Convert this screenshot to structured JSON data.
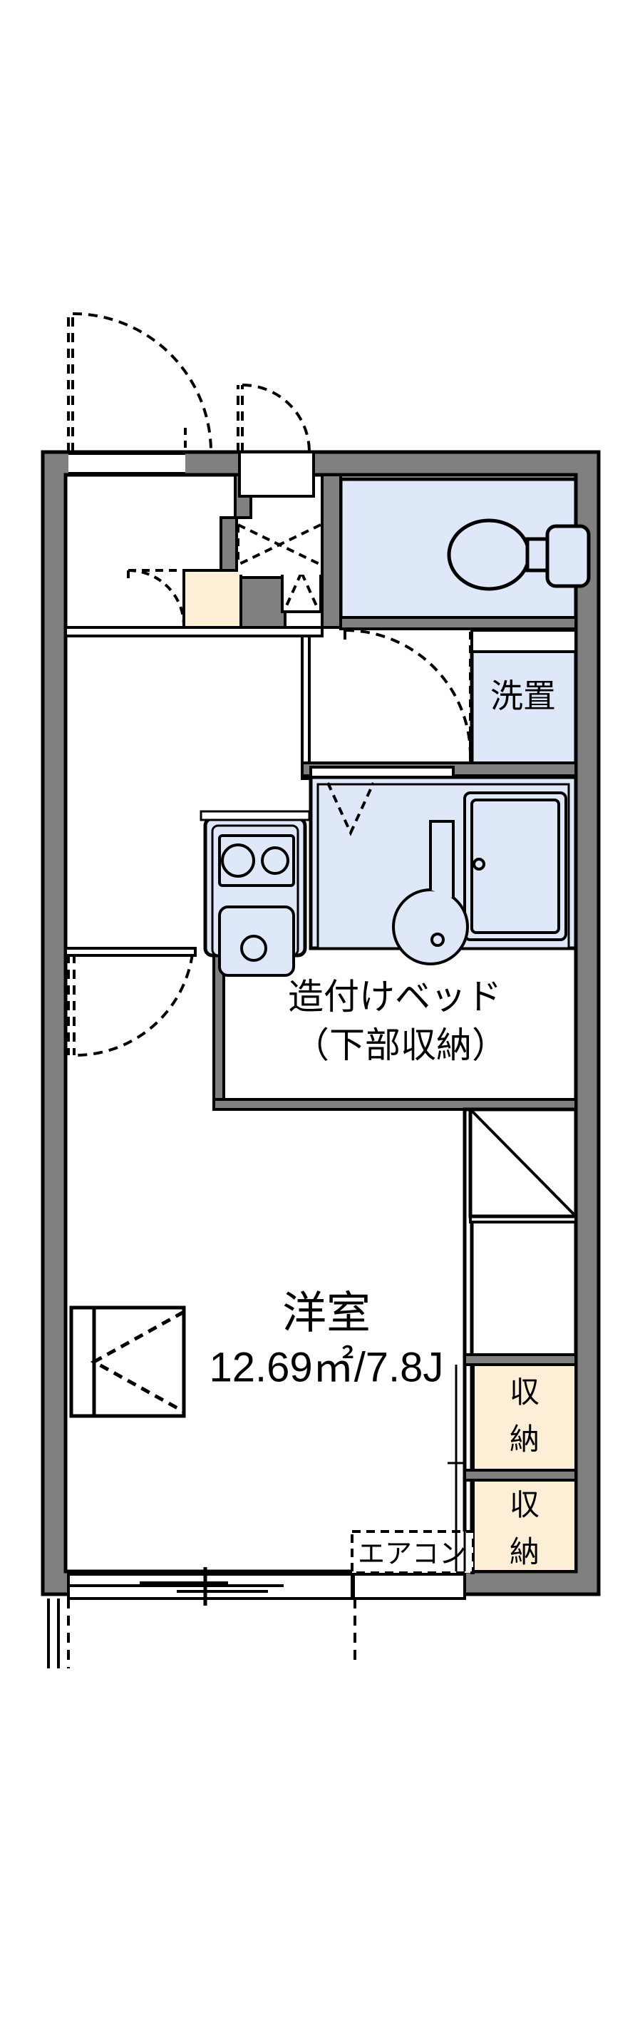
{
  "document": {
    "kind": "floor-plan",
    "plan_type": "1K apartment floor plan (madori-zu)",
    "orientation": "portrait"
  },
  "colors": {
    "wall_fill": "#808080",
    "wall_stroke": "#000000",
    "water_room_fill": "#dfe8f8",
    "storage_fill": "#fdeed6",
    "background": "#ffffff",
    "line": "#000000"
  },
  "rooms": [
    {
      "id": "main-room",
      "name_label": "洋室",
      "area_label": "12.69㎡/7.8J",
      "area_sqm": 12.69,
      "area_jo": 7.8
    },
    {
      "id": "built-in-bed",
      "name_label": "造付けベッド",
      "sub_label": "（下部収納）"
    },
    {
      "id": "toilet",
      "name_label": "",
      "fixture": "toilet"
    },
    {
      "id": "washer-space",
      "name_label": "洗置"
    },
    {
      "id": "bath-unit",
      "name_label": "",
      "fixtures": [
        "bathtub",
        "wash-basin"
      ]
    },
    {
      "id": "kitchen",
      "name_label": "",
      "fixtures": [
        "two-burner-stove",
        "sink"
      ]
    },
    {
      "id": "genkan",
      "name_label": ""
    }
  ],
  "labels": {
    "main_room_name": "洋室",
    "main_room_area": "12.69㎡/7.8J",
    "bed_line1": "造付けベッド",
    "bed_line2": "（下部収納）",
    "washer": "洗置",
    "storage_upper_line1": "収",
    "storage_upper_line2": "納",
    "storage_lower_line1": "収",
    "storage_lower_line2": "納",
    "aircon": "エアコン"
  },
  "icons": {
    "toilet": "toilet-icon",
    "bathtub": "bathtub-icon",
    "wash_basin": "wash-basin-icon",
    "stove": "stove-two-burner-icon",
    "sink": "kitchen-sink-icon",
    "entrance_door": "entrance-door-swing-icon",
    "interior_door": "interior-door-swing-icon",
    "sliding_door": "sliding-door-icon",
    "window_awning": "window-awning-icon",
    "balcony_window": "balcony-sliding-window-icon"
  },
  "annotations": {
    "aircon_tag": "エアコン",
    "storage_count": 2
  }
}
